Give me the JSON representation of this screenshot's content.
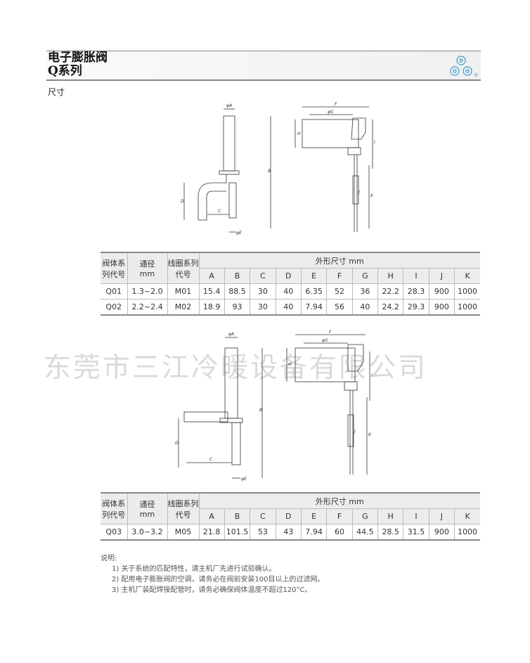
{
  "header": {
    "title_line1": "电子膨胀阀",
    "title_line2": "Q系列",
    "logo": "three-flower-logo",
    "logo_mark": "®"
  },
  "section_title": "尺寸",
  "drawing_labels": {
    "A": "φA",
    "B": "B",
    "C": "C",
    "D": "D",
    "E": "φE",
    "F": "F",
    "G": "φG",
    "H": "H",
    "I": "I",
    "J": "J",
    "K": "K"
  },
  "table_headers": {
    "body_code": "阀体系列代号",
    "bore": "通径",
    "bore_unit": "mm",
    "coil_code": "线圈系列代号",
    "dims": "外形尺寸 mm",
    "cols": [
      "A",
      "B",
      "C",
      "D",
      "E",
      "F",
      "G",
      "H",
      "I",
      "J",
      "K"
    ]
  },
  "table1": {
    "rows": [
      [
        "Q01",
        "1.3~2.0",
        "M01",
        "15.4",
        "88.5",
        "30",
        "40",
        "6.35",
        "52",
        "36",
        "22.2",
        "28.3",
        "900",
        "1000"
      ],
      [
        "Q02",
        "2.2~2.4",
        "M02",
        "18.9",
        "93",
        "30",
        "40",
        "7.94",
        "56",
        "40",
        "24.2",
        "29.3",
        "900",
        "1000"
      ]
    ]
  },
  "table2": {
    "rows": [
      [
        "Q03",
        "3.0~3.2",
        "M05",
        "21.8",
        "101.5",
        "53",
        "43",
        "7.94",
        "60",
        "44.5",
        "28.5",
        "31.5",
        "900",
        "1000"
      ]
    ]
  },
  "watermark": "东莞市三江冷暖设备有限公司",
  "notes": {
    "title": "说明:",
    "items": [
      "1) 关于系统的匹配特性，请主机厂先进行试验确认。",
      "2) 配用电子膨胀阀的空调，请务必在阀前安装100目以上的过滤网。",
      "3) 主机厂装配焊接配管时，请务必确保阀体温度不超过120°C。"
    ]
  }
}
